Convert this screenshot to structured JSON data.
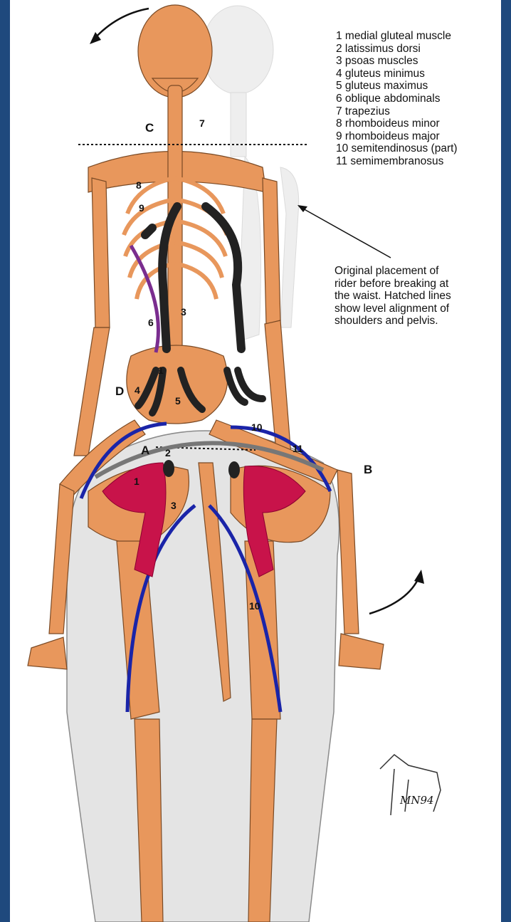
{
  "legend": [
    "1 medial gluteal muscle",
    "2 latissimus dorsi",
    "3 psoas muscles",
    "4 gluteus minimus",
    "5 gluteus maximus",
    "6 oblique abdominals",
    "7 trapezius",
    "8 rhomboideus minor",
    "9 rhomboideus major",
    "10 semitendinosus (part)",
    "11 semimembranosus"
  ],
  "note": "Original placement of\nrider before breaking at\nthe waist.  Hatched lines\nshow level alignment of\nshoulders and pelvis.",
  "letters": {
    "a": "A",
    "b": "B",
    "c": "C",
    "d": "D"
  },
  "numbers": {
    "n7_neck": "7",
    "n8": "8",
    "n9": "9",
    "n6": "6",
    "n3_back": "3",
    "n1_pelvis": "1",
    "n4": "4",
    "n5": "5",
    "n10_top": "10",
    "n11": "11",
    "n2": "2",
    "n1_horse": "1",
    "n3_horse": "3",
    "n10_horse": "10"
  },
  "signature": "MN94",
  "colors": {
    "background": "#1f497d",
    "bone": "#e8975c",
    "horse_outline": "#dcdcdc",
    "latissimus": "#222222",
    "gluteal_red": "#c8134a",
    "hamstring_blue": "#1a24a8",
    "oblique_purple": "#7a2d8f"
  }
}
